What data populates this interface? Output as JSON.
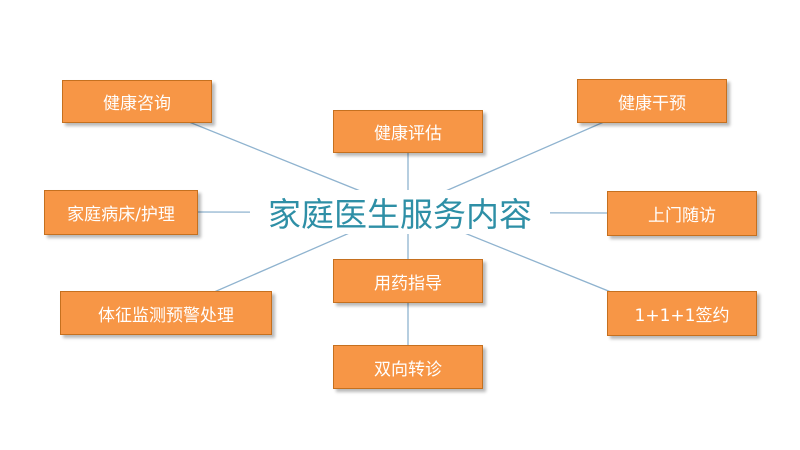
{
  "title": "家庭医生服务内容",
  "nodes": {
    "consult": "健康咨询",
    "assess": "健康评估",
    "intervene": "健康干预",
    "bed": "家庭病床/护理",
    "visit": "上门随访",
    "medicine": "用药指导",
    "monitor": "体征监测预警处理",
    "sign": "1+1+1签约",
    "referral": "双向转诊"
  },
  "colors": {
    "node_fill": "#f79646",
    "node_border": "#c5701f",
    "node_text": "#ffffff",
    "title_text": "#2e8fa6",
    "connector": "#8fb3cf"
  }
}
